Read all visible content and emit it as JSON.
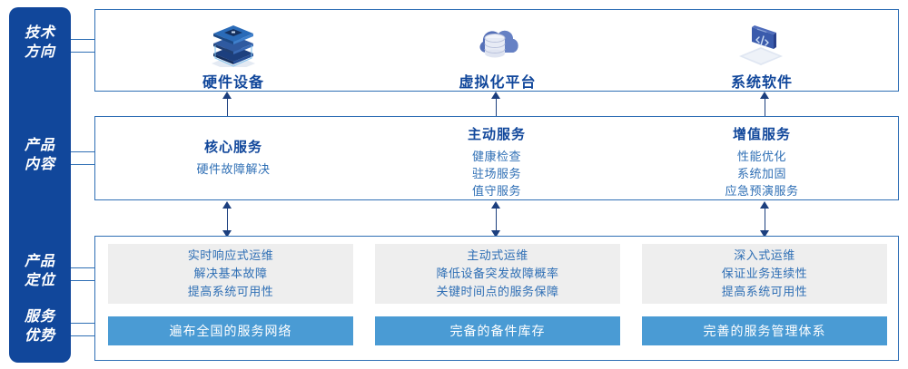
{
  "colors": {
    "rail": "#11479b",
    "outline": "#2f6fb5",
    "heading": "#11479b",
    "body_text": "#2f6fb5",
    "gray_card": "#eeeeee",
    "blue_bar": "#4a9bd4",
    "arrow": "#1c3f7e",
    "white": "#ffffff"
  },
  "stages": [
    {
      "id": "tech-direction",
      "line1": "技术",
      "line2": "方向"
    },
    {
      "id": "product-content",
      "line1": "产品",
      "line2": "内容"
    },
    {
      "id": "product-positioning",
      "line1": "产品",
      "line2": "定位"
    },
    {
      "id": "service-advantage",
      "line1": "服务",
      "line2": "优势"
    }
  ],
  "tech_direction": {
    "items": [
      {
        "icon": "server-stack-icon",
        "label": "硬件设备"
      },
      {
        "icon": "cloud-database-icon",
        "label": "虚拟化平台"
      },
      {
        "icon": "laptop-code-icon",
        "label": "系统软件"
      }
    ]
  },
  "product_content": {
    "columns": [
      {
        "title": "核心服务",
        "items": [
          "硬件故障解决"
        ]
      },
      {
        "title": "主动服务",
        "items": [
          "健康检查",
          "驻场服务",
          "值守服务"
        ]
      },
      {
        "title": "增值服务",
        "items": [
          "性能优化",
          "系统加固",
          "应急预演服务"
        ]
      }
    ]
  },
  "product_positioning": {
    "cards": [
      {
        "lines": [
          "实时响应式运维",
          "解决基本故障",
          "提高系统可用性"
        ]
      },
      {
        "lines": [
          "主动式运维",
          "降低设备突发故障概率",
          "关键时间点的服务保障"
        ]
      },
      {
        "lines": [
          "深入式运维",
          "保证业务连续性",
          "提高系统可用性"
        ]
      }
    ]
  },
  "service_advantage": {
    "bars": [
      {
        "label": "遍布全国的服务网络"
      },
      {
        "label": "完备的备件库存"
      },
      {
        "label": "完善的服务管理体系"
      }
    ]
  }
}
